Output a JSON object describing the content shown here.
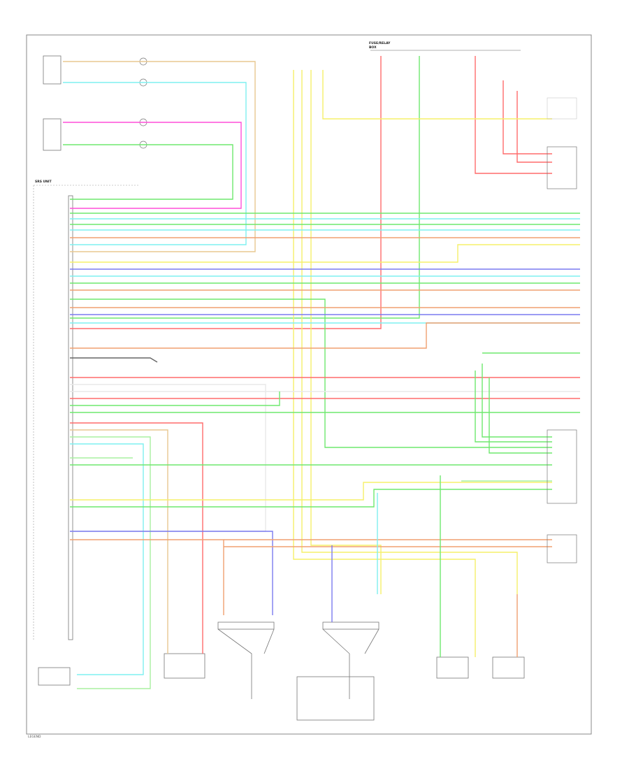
{
  "labels": {
    "fuse_box": "FUSE/RELAY\nBOX",
    "control_unit": "SRS UNIT",
    "footer": "LEGEND"
  },
  "colors": {
    "red": "#ff6b6b",
    "pink": "#ff4fd8",
    "yellow": "#f5f06a",
    "green": "#6ee86e",
    "cyan": "#7ff0f0",
    "orange": "#f0a070",
    "blue": "#7a7af0",
    "light_green": "#a8f0a0",
    "tan": "#e8c890",
    "gray": "#9a9a9a",
    "dark": "#444444"
  }
}
